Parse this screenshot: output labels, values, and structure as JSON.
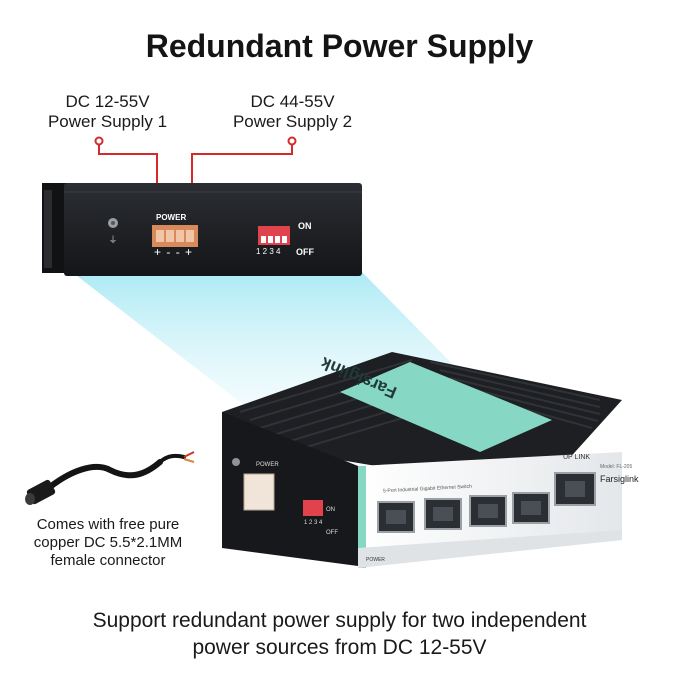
{
  "title": "Redundant Power Supply",
  "callouts": {
    "supply1": {
      "line1": "DC 12-55V",
      "line2": "Power Supply 1"
    },
    "supply2": {
      "line1": "DC 44-55V",
      "line2": "Power Supply 2"
    }
  },
  "top_panel": {
    "power_label": "POWER",
    "terminal_marks": [
      "+",
      "-",
      "-",
      "+"
    ],
    "dip_numbers": "1 2 3 4",
    "dip_on": "ON",
    "dip_off": "OFF"
  },
  "switch": {
    "brand": "Farsiglink",
    "model": "Model: FL-205",
    "name": "5-Port Industrial Gigabit Ethernet Switch",
    "uplink_label": "UP LINK",
    "power_label": "POWER",
    "side_power_label": "POWER",
    "side_dip_on": "ON",
    "side_dip_off": "OFF",
    "side_dip_numbers": "1 2 3 4"
  },
  "accessory_caption": {
    "line1": "Comes with free pure",
    "line2": "copper DC 5.5*2.1MM",
    "line3": "female connector"
  },
  "footer": {
    "line1": "Support redundant power supply for two independent",
    "line2": "power sources from DC 12-55V"
  },
  "colors": {
    "accent_teal": "#86d7c4",
    "wire_red": "#d62a2a",
    "body_dark": "#1d1f22",
    "terminal_orange": "#d98a5b"
  }
}
